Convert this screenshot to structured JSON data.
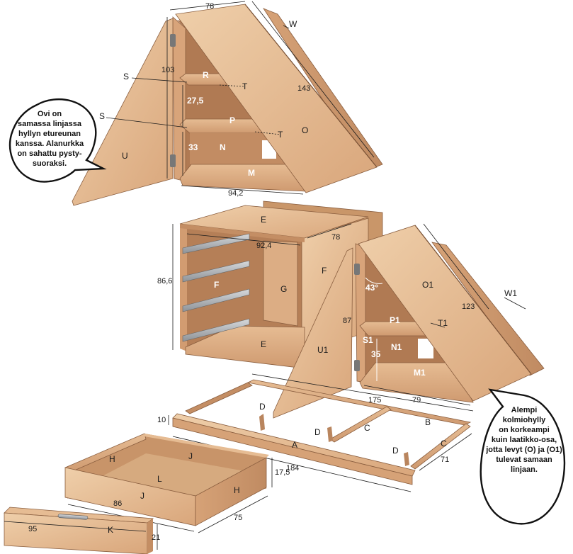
{
  "colors": {
    "wood_light": "#e9c29d",
    "wood_mid": "#d8a67d",
    "wood_dark": "#b9855e",
    "wood_shadow": "#9e6f4d",
    "metal": "#a9adb2",
    "line": "#1c1c1c"
  },
  "parts": {
    "top_shelf_r": "R",
    "shelf_p": "P",
    "shelf_n": "N",
    "bottom_m": "M",
    "side_o": "O",
    "side_w": "W",
    "door_u": "U",
    "label_s1": "S",
    "label_s2": "S",
    "label_t1": "T",
    "label_t2": "T",
    "top_e": "E",
    "bottom_e": "E",
    "side_f_left": "F",
    "side_f_right": "F",
    "back_g": "G",
    "door_u1": "U1",
    "side_o1": "O1",
    "side_w1": "W1",
    "shelf_p1": "P1",
    "shelf_n1": "N1",
    "bottom_m1": "M1",
    "label_s1b": "S1",
    "label_t1b": "T1",
    "frame_a": "A",
    "frame_b": "B",
    "frame_c1": "C",
    "frame_c2": "C",
    "frame_d1": "D",
    "frame_d2": "D",
    "frame_d3": "D",
    "drawer_h1": "H",
    "drawer_h2": "H",
    "drawer_j1": "J",
    "drawer_j2": "J",
    "drawer_l": "L",
    "drawer_k": "K"
  },
  "dimensions": {
    "top_width": "78",
    "door_height": "103",
    "gap_upper": "27,5",
    "gap_lower": "33",
    "bottom_width": "94,2",
    "side_length": "143",
    "cabinet_height": "86,6",
    "cabinet_width": "92,4",
    "cabinet_depth": "78",
    "angle": "43°",
    "door2_height": "87",
    "gap2": "35",
    "side2_length": "123",
    "frame_depth": "175",
    "lower_width": "79",
    "frame_height": "10",
    "frame_length": "184",
    "frame_side": "71",
    "drawer_height": "17,5",
    "drawer_width": "86",
    "drawer_depth": "75",
    "front_width": "95",
    "front_height": "21"
  },
  "callouts": {
    "left_lines": [
      "Ovi on",
      "samassa linjassa",
      "hyllyn etureunan",
      "kanssa. Alanurkka",
      "on sahattu pysty-",
      "suoraksi."
    ],
    "right_lines": [
      "Alempi",
      "kolmiohylly",
      "on korkeampi",
      "kuin laatikko-osa,",
      "jotta levyt (O) ja (O1)",
      "tulevat samaan",
      "linjaan."
    ]
  }
}
